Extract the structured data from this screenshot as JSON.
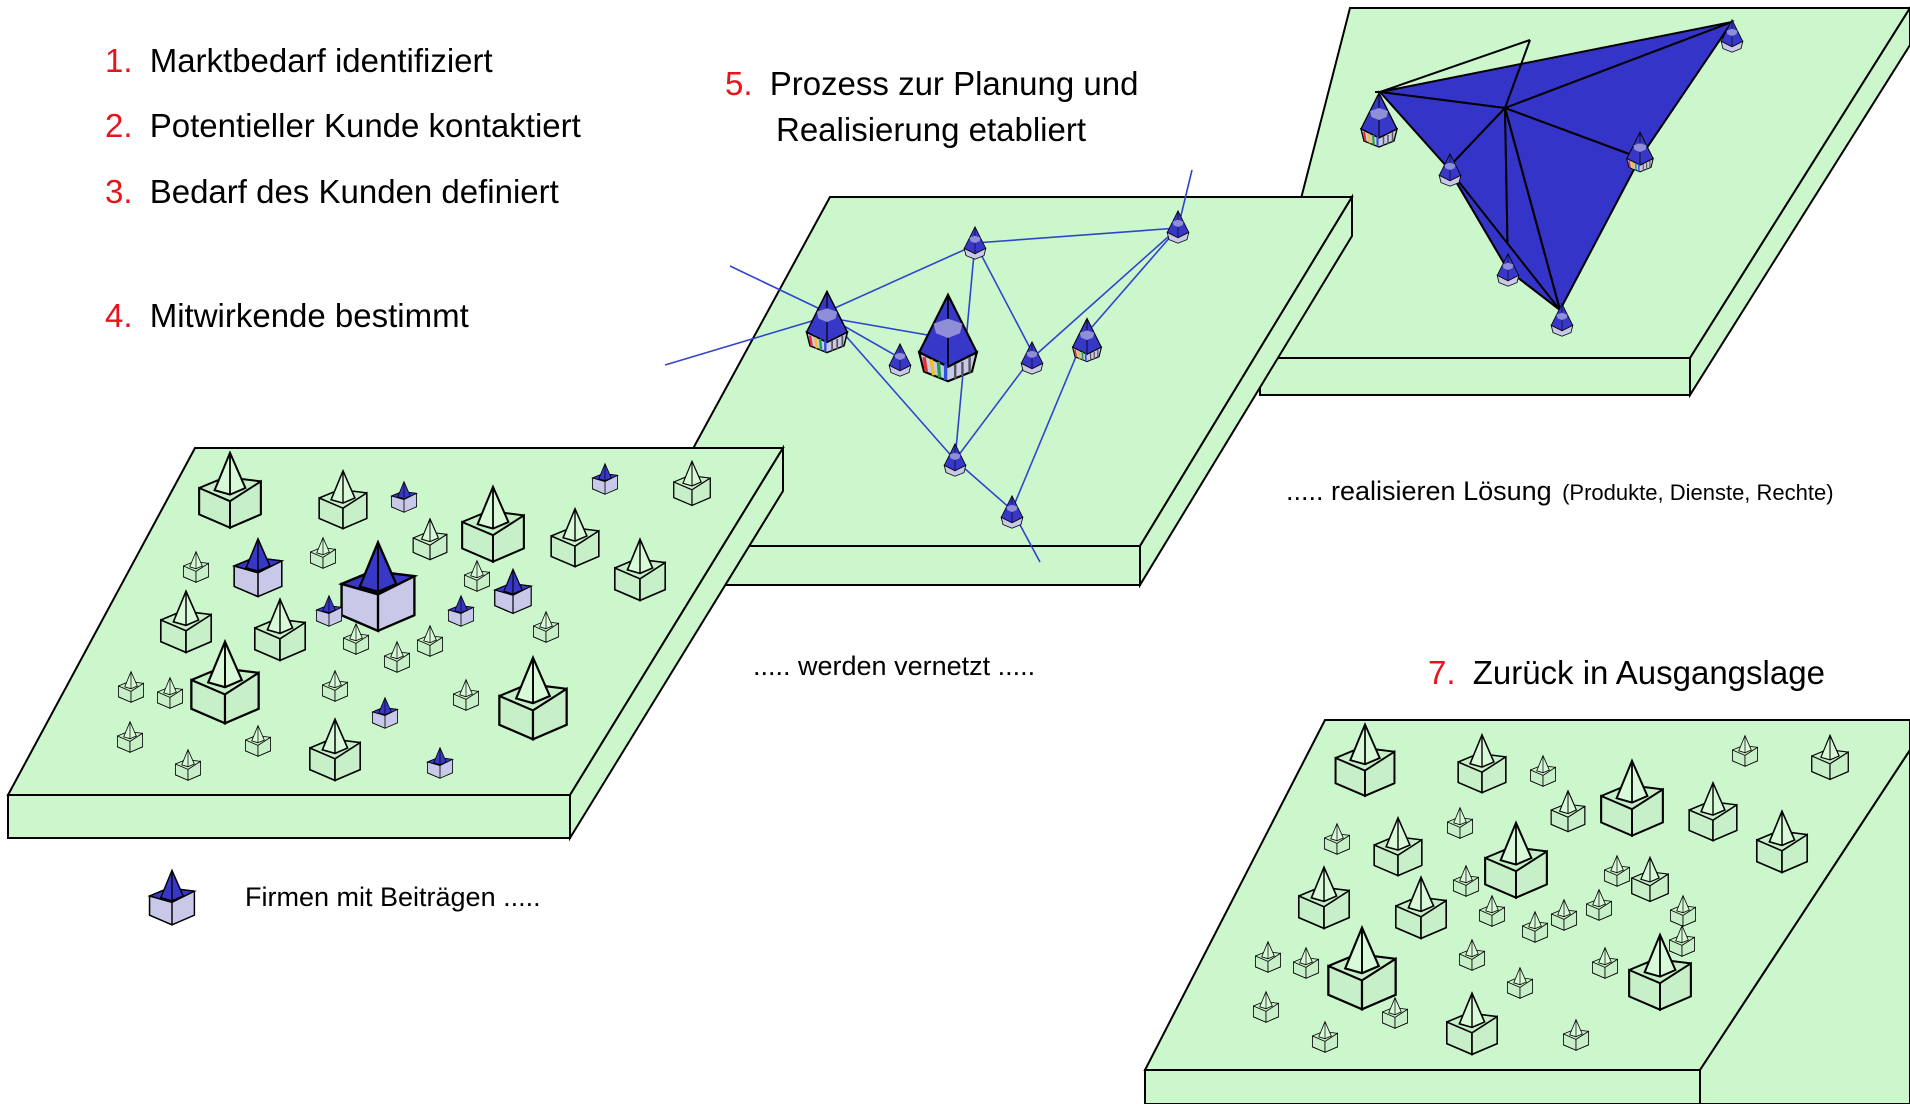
{
  "steps": [
    {
      "number": "1.",
      "text": "Marktbedarf identifiziert"
    },
    {
      "number": "2.",
      "text": "Potentieller Kunde kontaktiert"
    },
    {
      "number": "3.",
      "text": "Bedarf des Kunden definiert"
    },
    {
      "number": "4.",
      "text": "Mitwirkende bestimmt"
    },
    {
      "number": "5.",
      "text": "Prozess zur Planung und",
      "text2": "Realisierung etabliert"
    },
    {
      "number": "7.",
      "text": "Zurück in Ausgangslage"
    }
  ],
  "captions": {
    "legend": "Firmen mit Beiträgen .....",
    "networked": "..... werden vernetzt .....",
    "solution": "..... realisieren Lösung",
    "solution_detail": "(Produkte, Dienste, Rechte)"
  },
  "colors": {
    "platform_top": "#ccf7cc",
    "company_blue": "#3838c8",
    "company_light": "#c8c8e8",
    "network_line": "#3344cc",
    "number_red": "#e8141c"
  }
}
